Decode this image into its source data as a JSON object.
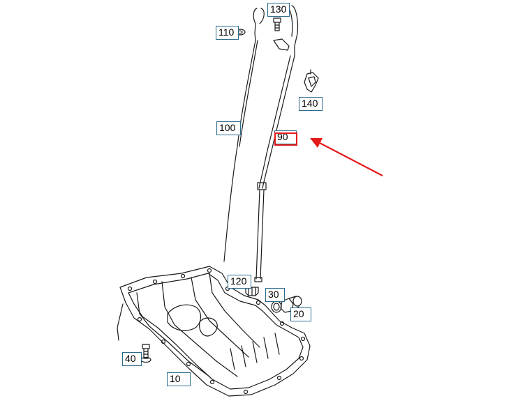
{
  "diagram": {
    "callouts": [
      {
        "id": "10",
        "label": "10"
      },
      {
        "id": "20",
        "label": "20"
      },
      {
        "id": "30",
        "label": "30"
      },
      {
        "id": "40",
        "label": "40"
      },
      {
        "id": "90",
        "label": "90"
      },
      {
        "id": "100",
        "label": "100"
      },
      {
        "id": "110",
        "label": "110"
      },
      {
        "id": "120",
        "label": "120"
      },
      {
        "id": "130",
        "label": "130"
      },
      {
        "id": "140",
        "label": "140"
      }
    ],
    "highlight": {
      "target": "90",
      "color": "#e41b1b"
    },
    "colors": {
      "line": "#1a1a1a",
      "callout_border": "#2b6a8f",
      "arrow": "#e41b1b"
    }
  }
}
